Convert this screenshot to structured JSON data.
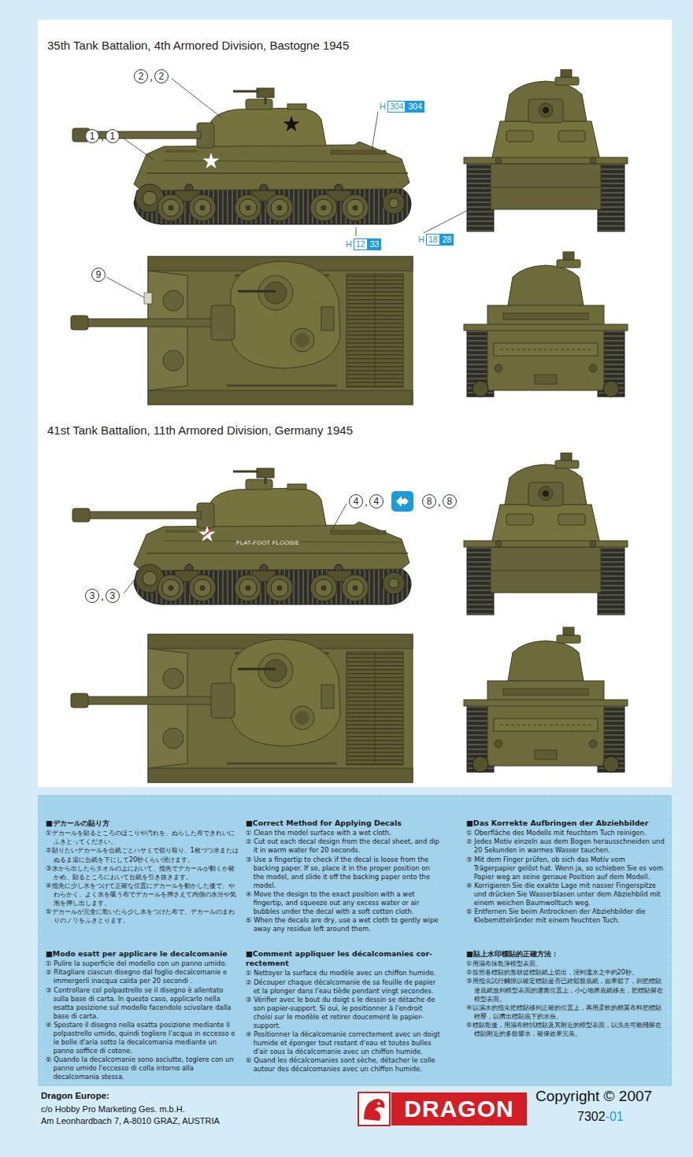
{
  "diagram": {
    "nodes": [
      {
        "text": [
          "■デカールの貼り方",
          "①デカールを貼るところのほこりや汚れを、ぬらした布できれいにふきとってください。",
          "②貼りたいデカールを台紙ごとハサミで切り取り、1枚づつ水またはぬるま湯に台紙を下にして20秒くらい浸けます。",
          "③水から出したらタオルの上において、指先でデカールが動くか確かめ、貼るところにおいて台紙を引き抜きます。",
          "④指先に少し水をつけて正確な位置にデカールを動かした後で、やわらかく、よく水を吸う布でデカールを押さえて内側の水分や気泡を押し出します。",
          "⑤デカールが完全に乾いたら少し水をつけた布で、デカールのまわりのノリをふきとります。"
        ]
      },
      {
        "text": [
          "■Correct Method for Applying Decals",
          "① Clean the model surface with a wet cloth.",
          "② Cut out each decal design from the decal sheet, and dip it in warm water for 20 seconds.",
          "③ Use a fingertip to check if the decal is loose from the backing paper. If so, place it in the proper position on the model, and slide it off the backing paper onto the model.",
          "④ Move the design to the exact position with a wet fingertip, and squeeze out any excess water or air bubbles under the decal with a soft cotton cloth.",
          "⑤ When the decals are dry, use a wet cloth to gently wipe away any residue left around them."
        ]
      },
      {
        "text": [
          "■Das Korrekte Aufbringen der Abziehbilder",
          "① Oberfläche des Modells mit feuchtem Tuch reinigen.",
          "② Jedes Motiv einzeln aus dem Bogen herausschneiden und 20 Sekunden in warmes Wasser tauchen.",
          "③ Mit dem Finger prüfen, ob sich das Motiv vom Trägerpapier gelöst hat. Wenn ja, so schieben Sie es vom Papier weg an seine genaue Position auf dem Modell.",
          "④ Korrigieren Sie die exakte Lage mit nasser Fingerspitze und drücken Sie Wasserblasen unter dem Abziehbild mit einem weichen Baumwolltuch weg.",
          "⑤ Entfernen Sie beim Antrocknen der Abziehbilder die Klebemittelränder mit einem feuchten Tuch."
        ]
      },
      {
        "text": [
          "■Modo esatt per applicare le decalcomanie",
          "① Pulire la superficie del modello con un panno umido.",
          "② Ritagliare ciascun disegno dal foglio decalcomanie e immergerli inacqua calda per 20 secondi .",
          "③ Controllare col polpastrello se il disegno è allentato sulla base di carta. In questo caso, applicarlo nella esatta posizione sul modello facendolo scivolare dalla base di carta.",
          "④ Spostare il disegno nella esatta posizione mediante il polpastrello umido, quindi togliere l'acqua in eccesso e le bolle d'aria sotto la decalcomania mediante un panno soffice di cotone.",
          "⑤ Quando la decalcomanie sono asciutte, toglere con un panno umido l'eccesso di colla intorno alla decalcomania stessa."
        ]
      },
      {
        "text": [
          "■Comment appliquer les décalcomanies cor- rectement",
          "① Nettoyer la surface du modèle avec un chiffon humide.",
          "② Découper chaque décalcomanie de sa feuille de papier et la plonger dans l'eau tiède pendant vingt secondes.",
          "③ Vérifier avec le bout du doigt s le dessin se détache de son papier-support. Si oui, le positionner à l'endroit choisi sur le modèle et retirer doucement le papier-support.",
          "④ Positionner la décalcomanie correctement avec un doigt humide et éponger tout restant d'eau et toutes bulles d'air sous la décalcomanie avec un chiffon humide.",
          "⑤ Quand les décalcomanies sont sèche, détacher le colle autour des décalcomanies avec un chiffon humide."
        ]
      },
      {
        "text": [
          "■貼上水印標貼的正確方法：",
          "①用濕布抹乾淨模型表面。",
          "②按照各標貼的形狀從標貼紙上切出，浸到溫水之中約20秒。",
          "③用指尖試行觸摸以確定標貼是否已經鬆脫底紙，如果鬆了，則把標貼連底紙放到模型表面的適當位置上，小心地將底紙移去，把標貼留在模型表面。",
          "④以濕水的指尖把標貼移到正確的位置上，再用柔軟的棉質布料把標貼輕壓，以擠出標貼底下的水份。",
          "⑤標貼乾後，用濕布輕拭標貼及其附近的模型表面，以洗去可能殘留在標貼附近的多餘膠水，確保效果完美。"
        ]
      }
    ],
    "labels": [
      "35th Tank Battalion, 4th Armored Division, Bastogne 1945",
      "2",
      ",",
      "2",
      "1",
      ",",
      "1",
      "H",
      "304",
      "304",
      "H",
      "12",
      "33",
      "H",
      "18",
      "28",
      "9",
      "41st Tank Battalion, 11th Armored Division, Germany 1945",
      "4",
      ",",
      "4",
      "8",
      ",",
      "8",
      "3",
      ",",
      "3",
      "FLAT-FOOT FLOOSIE",
      "Dragon Europe:",
      "c/o Hobby Pro Marketing Ges. m.b.H.",
      "Am Leonhardbach 7, A-8010 GRAZ, AUSTRIA",
      "DRAGON",
      "Copyright © 2007",
      "7302",
      "-01"
    ]
  }
}
